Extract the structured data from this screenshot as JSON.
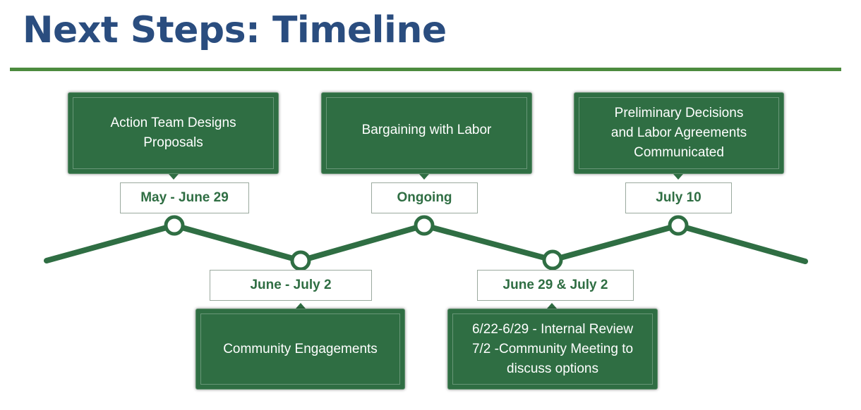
{
  "title": "Next Steps: Timeline",
  "colors": {
    "title": "#2a4d7f",
    "rule": "#4c8b3e",
    "box": "#2f6e43",
    "line": "#2f6e43"
  },
  "milestones": [
    {
      "box_text": "Action Team Designs\nProposals",
      "date": "May - June 29"
    },
    {
      "box_text": "Community Engagements",
      "date": "June - July 2"
    },
    {
      "box_text": "Bargaining with Labor",
      "date": "Ongoing"
    },
    {
      "box_text": "6/22-6/29 - Internal Review\n7/2 -Community Meeting to\ndiscuss options",
      "date": "June 29 & July 2"
    },
    {
      "box_text": "Preliminary Decisions\nand Labor Agreements\nCommunicated",
      "date": "July 10"
    }
  ]
}
